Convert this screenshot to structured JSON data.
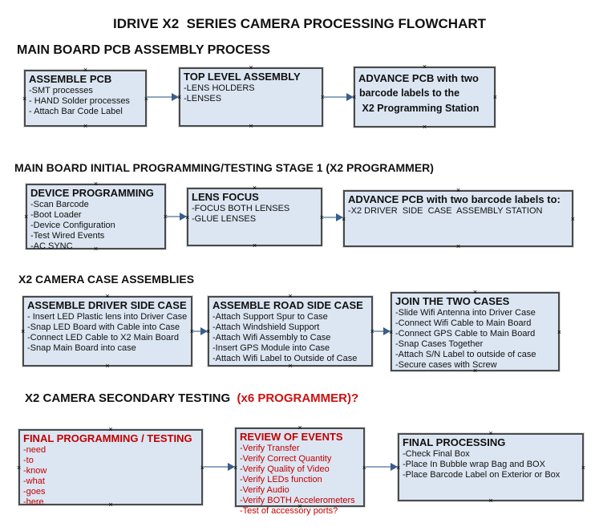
{
  "title": "IDRIVE X2  SERIES CAMERA PROCESSING FLOWCHART",
  "colors": {
    "box_fill": "#dce6f2",
    "box_border": "#4a4a4a",
    "red_text": "#c00000",
    "heading_red": "#cc1111",
    "arrow_line": "#8ea6c2",
    "arrow_head": "#3a5e8c",
    "text": "#101010"
  },
  "icons": {
    "connection_handle_glyph": "×",
    "arrow_head_shape": "right-triangle"
  },
  "sections": [
    {
      "heading": "MAIN BOARD PCB ASSEMBLY PROCESS",
      "boxes": [
        {
          "title": "ASSEMBLE PCB",
          "items": [
            "-SMT processes",
            "- HAND Solder processes",
            "- Attach Bar Code Label"
          ]
        },
        {
          "title": "TOP LEVEL ASSEMBLY",
          "items": [
            "-LENS HOLDERS",
            "-LENSES"
          ]
        },
        {
          "title": "ADVANCE PCB with two",
          "items": [
            "barcode labels to the",
            " X2 Programming Station"
          ]
        }
      ]
    },
    {
      "heading": "MAIN BOARD INITIAL PROGRAMMING/TESTING STAGE 1 (X2 PROGRAMMER)",
      "boxes": [
        {
          "title": "DEVICE PROGRAMMING",
          "items": [
            "-Scan Barcode",
            "-Boot Loader",
            "-Device Configuration",
            "-Test Wired Events",
            "-AC SYNC"
          ]
        },
        {
          "title": "LENS FOCUS",
          "items": [
            "-FOCUS BOTH LENSES",
            "-GLUE LENSES"
          ]
        },
        {
          "title": "ADVANCE PCB with two barcode labels to:",
          "items": [
            "-X2 DRIVER  SIDE  CASE  ASSEMBLY STATION"
          ]
        }
      ]
    },
    {
      "heading": "X2 CAMERA CASE ASSEMBLIES",
      "boxes": [
        {
          "title": "ASSEMBLE DRIVER SIDE CASE",
          "items": [
            "- Insert LED Plastic lens into Driver Case",
            "-Snap LED Board with Cable into Case",
            "-Connect LED Cable to X2 Main Board",
            "-Snap Main Board into case"
          ]
        },
        {
          "title": "ASSEMBLE ROAD SIDE CASE",
          "items": [
            "-Attach Support Spur to Case",
            "-Attach Windshield Support",
            "-Attach Wifi Assembly to Case",
            "-Insert GPS Module into Case",
            "-Attach Wifi Label to Outside of Case"
          ]
        },
        {
          "title": "JOIN THE TWO CASES",
          "items": [
            "-Slide Wifi Antenna into Driver Case",
            "-Connect Wifi Cable to Main Board",
            "-Connect GPS Cable to Main Board",
            "-Snap Cases Together",
            "-Attach S/N Label to outside of case",
            "-Secure cases with Screw"
          ]
        }
      ]
    },
    {
      "heading": "X2 CAMERA SECONDARY TESTING",
      "heading_red": "  (x6 PROGRAMMER)?",
      "boxes": [
        {
          "title": "FINAL PROGRAMMING / TESTING",
          "items": [
            "-need",
            "-to",
            "-know",
            "-what",
            "-goes",
            "-here"
          ]
        },
        {
          "title": "REVIEW OF EVENTS",
          "items": [
            "-Verify Transfer",
            "-Verify Correct Quantity",
            "-Verify Quality of Video",
            "-Verify LEDs function",
            "-Verify Audio",
            "-Verify BOTH Accelerometers",
            "-Test of accessory ports?"
          ]
        },
        {
          "title": "FINAL PROCESSING",
          "items": [
            "-Check Final Box",
            "-Place In Bubble wrap Bag and BOX",
            "-Place Barcode Label on Exterior or Box"
          ]
        }
      ]
    }
  ]
}
